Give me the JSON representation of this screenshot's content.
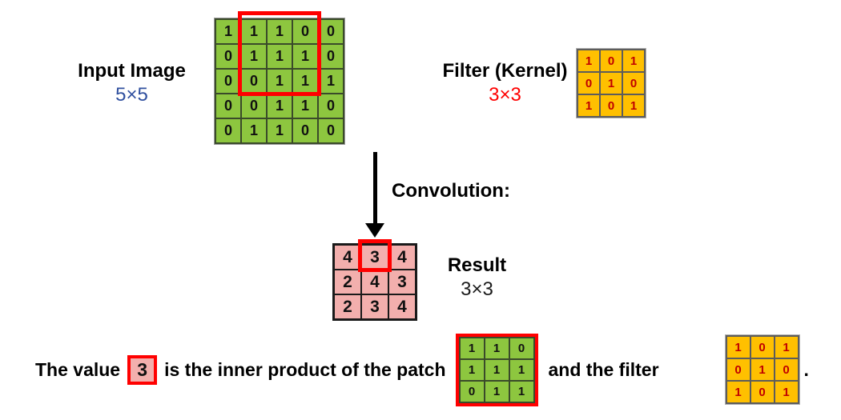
{
  "colors": {
    "green": "#8DC63F",
    "pink": "#F3AFAD",
    "orange": "#FFC000",
    "highlight_red": "#FF0000",
    "digit_red": "#C00000",
    "blue": "#30509F"
  },
  "input_image": {
    "label": "Input Image",
    "size_label": "5×5",
    "grid": [
      [
        1,
        1,
        1,
        0,
        0
      ],
      [
        0,
        1,
        1,
        1,
        0
      ],
      [
        0,
        0,
        1,
        1,
        1
      ],
      [
        0,
        0,
        1,
        1,
        0
      ],
      [
        0,
        1,
        1,
        0,
        0
      ]
    ],
    "highlighted_patch": {
      "rows": "1-3",
      "cols": "2-4"
    }
  },
  "filter_kernel": {
    "label": "Filter (Kernel)",
    "size_label": "3×3",
    "grid": [
      [
        1,
        0,
        1
      ],
      [
        0,
        1,
        0
      ],
      [
        1,
        0,
        1
      ]
    ]
  },
  "convolution_label": "Convolution:",
  "result": {
    "label": "Result",
    "size_label": "3×3",
    "grid": [
      [
        4,
        3,
        4
      ],
      [
        2,
        4,
        3
      ],
      [
        2,
        3,
        4
      ]
    ],
    "highlighted_cell": {
      "row": 1,
      "col": 2,
      "value": 3
    }
  },
  "caption": {
    "part1": "The value",
    "highlighted_value": "3",
    "part2": "is the inner product of the patch",
    "part3": "and the filter",
    "part4": ".",
    "patch_grid": [
      [
        1,
        1,
        0
      ],
      [
        1,
        1,
        1
      ],
      [
        0,
        1,
        1
      ]
    ],
    "filter_grid": [
      [
        1,
        0,
        1
      ],
      [
        0,
        1,
        0
      ],
      [
        1,
        0,
        1
      ]
    ]
  }
}
